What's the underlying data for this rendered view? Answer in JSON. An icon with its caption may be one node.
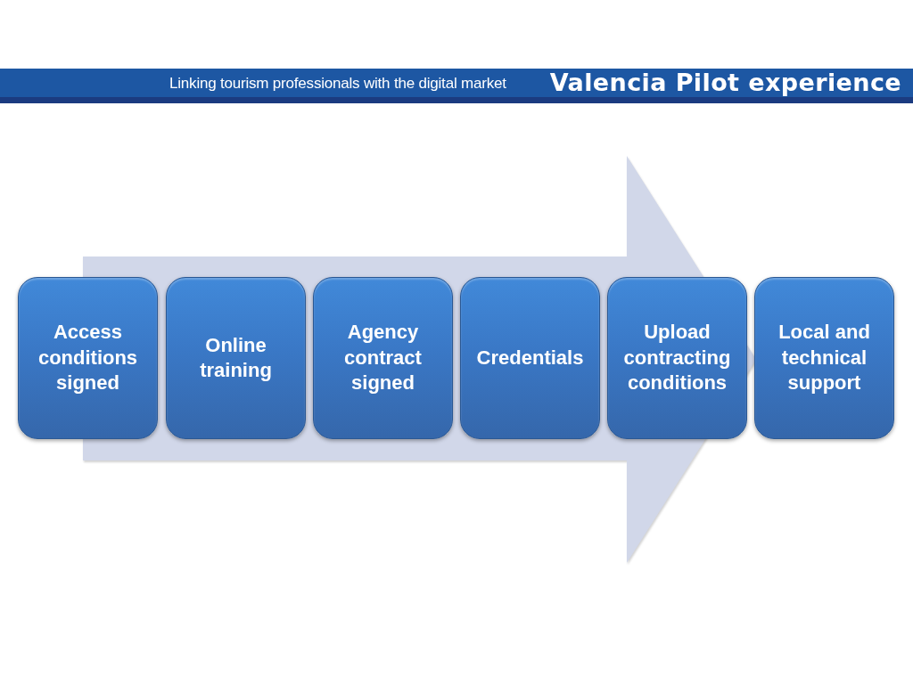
{
  "diagram": {
    "title": "Valencia Pilot experience",
    "nodes": [
      {
        "text": [],
        "shape": "arrow"
      },
      {
        "text": [
          "Access conditions signed"
        ]
      },
      {
        "text": [
          "Online training"
        ],
        "in": 0
      },
      {
        "text": [
          "Agency contract signed"
        ],
        "in": 0
      },
      {
        "text": [
          "Credentials"
        ],
        "in": 0
      },
      {
        "text": [
          "Upload contracting conditions"
        ],
        "in": 0
      },
      {
        "text": [
          "Local and technical support"
        ]
      }
    ],
    "labels": [
      "Linking tourism professionals with the digital market"
    ]
  }
}
